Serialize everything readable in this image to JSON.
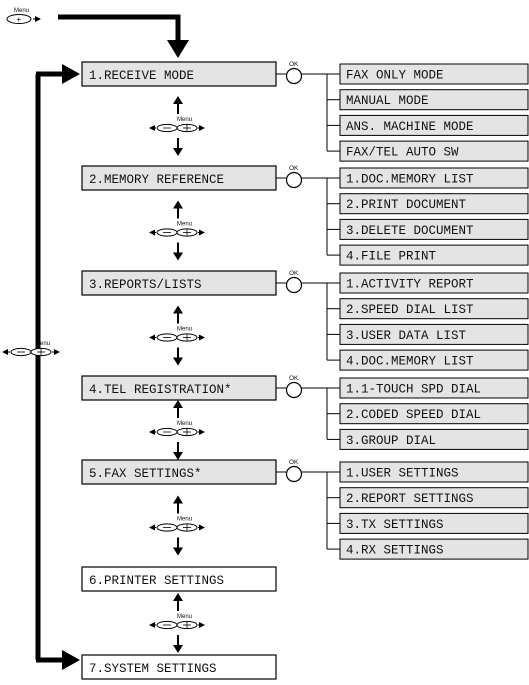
{
  "labels": {
    "menu": "Menu",
    "ok": "OK"
  },
  "colors": {
    "menu_box_fill": "#e4e4e4",
    "sub_box_fill": "#e4e4e4",
    "plain_box_fill": "#ffffff",
    "line": "#000000"
  },
  "menus": [
    {
      "label": "1.RECEIVE MODE",
      "shaded": true,
      "options": [
        "FAX ONLY MODE",
        "MANUAL MODE",
        "ANS. MACHINE MODE",
        "FAX/TEL AUTO SW"
      ]
    },
    {
      "label": "2.MEMORY REFERENCE",
      "shaded": true,
      "options": [
        "1.DOC.MEMORY LIST",
        "2.PRINT DOCUMENT",
        "3.DELETE DOCUMENT",
        "4.FILE PRINT"
      ]
    },
    {
      "label": "3.REPORTS/LISTS",
      "shaded": true,
      "options": [
        "1.ACTIVITY REPORT",
        "2.SPEED DIAL LIST",
        "3.USER DATA LIST",
        "4.DOC.MEMORY LIST"
      ]
    },
    {
      "label": "4.TEL REGISTRATION*",
      "shaded": true,
      "options": [
        "1.1-TOUCH SPD DIAL",
        "2.CODED SPEED DIAL",
        "3.GROUP DIAL"
      ]
    },
    {
      "label": "5.FAX SETTINGS*",
      "shaded": true,
      "options": [
        "1.USER SETTINGS",
        "2.REPORT SETTINGS",
        "3.TX SETTINGS",
        "4.RX SETTINGS"
      ]
    },
    {
      "label": "6.PRINTER SETTINGS",
      "shaded": false,
      "options": []
    },
    {
      "label": "7.SYSTEM SETTINGS",
      "shaded": false,
      "options": []
    }
  ]
}
